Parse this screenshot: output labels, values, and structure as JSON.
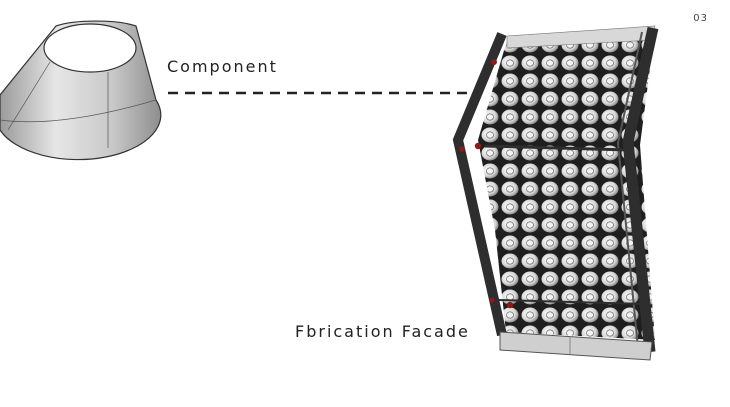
{
  "page_number": "03",
  "labels": {
    "component": "Component",
    "facade": "Fbrication Facade"
  },
  "colors": {
    "frame": "#2e2e2e",
    "cone_fill": "#d4d4d4",
    "connector": "#8b1a1a",
    "leader_line": "#222222"
  }
}
